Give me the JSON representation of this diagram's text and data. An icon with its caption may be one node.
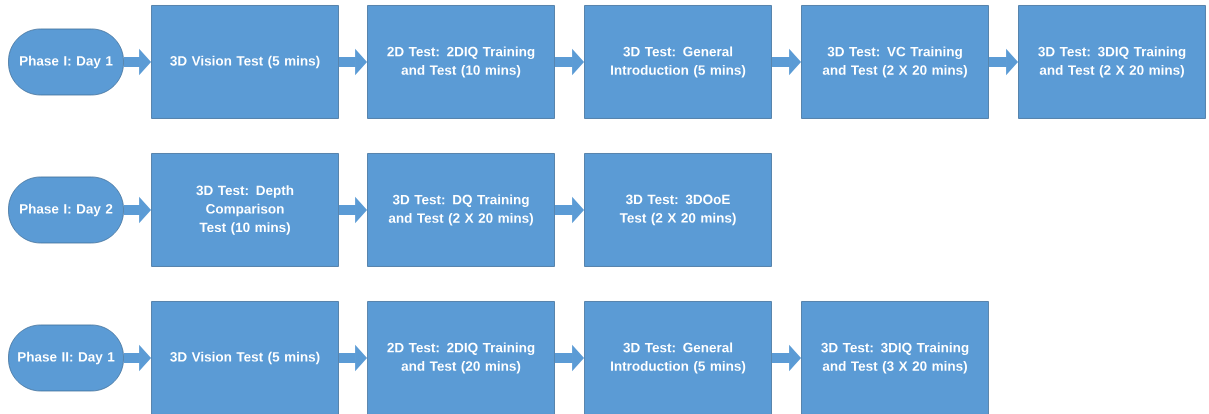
{
  "diagram": {
    "nodes": [
      {
        "text": [
          "Phase I: Day 1"
        ]
      },
      {
        "text": [
          "3D Vision Test (5 mins)"
        ]
      },
      {
        "text": [
          "2D Test: 2DIQ Training and Test (10 mins)"
        ]
      },
      {
        "text": [
          "3D Test: General Introduction (5 mins)"
        ]
      },
      {
        "text": [
          "3D Test: VC Training and Test (2 X 20 mins)"
        ]
      },
      {
        "text": [
          "3D Test: 3DIQ Training and Test (2 X 20 mins)"
        ]
      },
      {
        "text": [
          "Phase I: Day 2"
        ]
      },
      {
        "text": [
          "3D Test: Depth Comparison Test (10 mins)"
        ]
      },
      {
        "text": [
          "3D Test: DQ Training and Test (2 X 20 mins)"
        ]
      },
      {
        "text": [
          "3D Test: 3DOoE Test (2 X 20 mins)"
        ]
      },
      {
        "text": [
          "Phase II: Day 1"
        ]
      },
      {
        "text": [
          "3D Vision Test (5 mins)"
        ]
      },
      {
        "text": [
          "2D Test: 2DIQ Training and Test (20 mins)"
        ]
      },
      {
        "text": [
          "3D Test: General Introduction (5 mins)"
        ]
      },
      {
        "text": [
          "3D Test: 3DIQ Training and Test (3 X 20 mins)"
        ]
      }
    ],
    "edges": [
      {
        "from": 0,
        "to": 1,
        "arrow": "to"
      },
      {
        "from": 1,
        "to": 2,
        "arrow": "to"
      },
      {
        "from": 2,
        "to": 3,
        "arrow": "to"
      },
      {
        "from": 3,
        "to": 4,
        "arrow": "to"
      },
      {
        "from": 4,
        "to": 5,
        "arrow": "to"
      },
      {
        "from": 6,
        "to": 7,
        "arrow": "to"
      },
      {
        "from": 7,
        "to": 8,
        "arrow": "to"
      },
      {
        "from": 8,
        "to": 9,
        "arrow": "to"
      },
      {
        "from": 10,
        "to": 11,
        "arrow": "to"
      },
      {
        "from": 11,
        "to": 12,
        "arrow": "to"
      },
      {
        "from": 12,
        "to": 13,
        "arrow": "to"
      },
      {
        "from": 13,
        "to": 14,
        "arrow": "to"
      }
    ]
  }
}
